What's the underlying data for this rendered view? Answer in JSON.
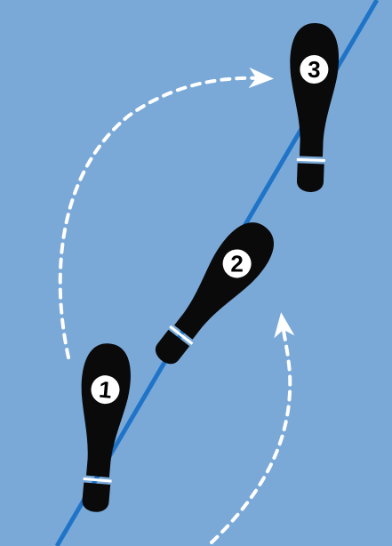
{
  "colors": {
    "background": "#7aa9d8",
    "line": "#1f74c8",
    "footprint": "#0a0a0a",
    "badge": "#ffffff",
    "arrow": "#ffffff"
  },
  "steps": [
    {
      "label": "1"
    },
    {
      "label": "2"
    },
    {
      "label": "3"
    }
  ]
}
